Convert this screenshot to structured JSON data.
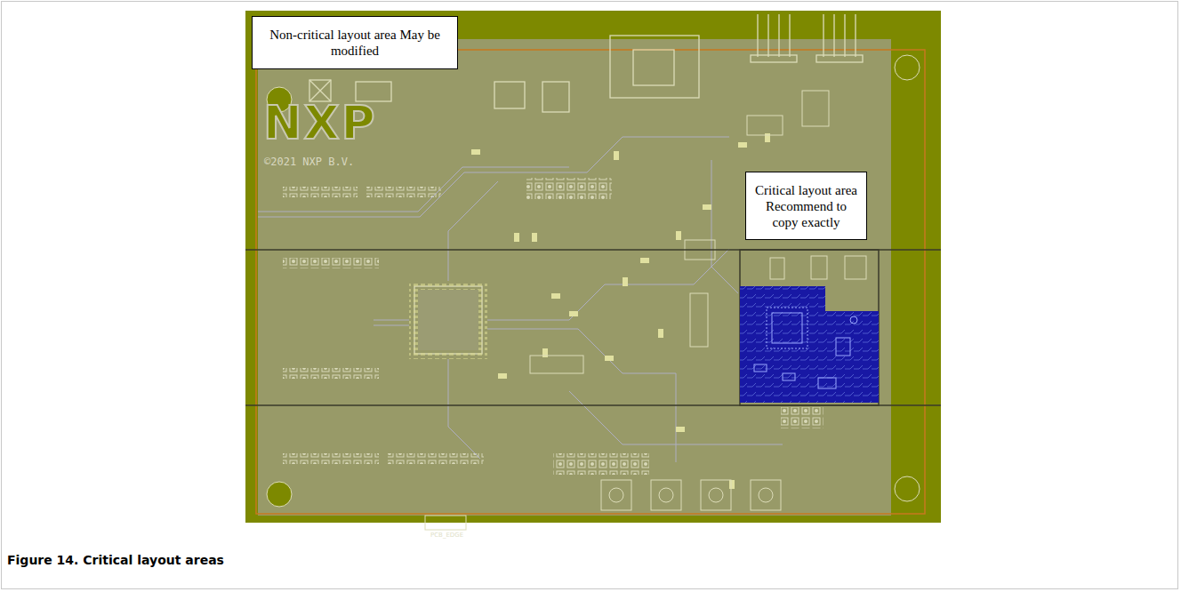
{
  "diagram": {
    "caption": "Figure 14. Critical layout areas",
    "nodes": [
      {
        "text": [
          "Non-critical layout area May be modified"
        ]
      },
      {
        "text": [
          "Critical layout area Recommend to copy exactly"
        ]
      }
    ],
    "labels": [
      "NXP",
      "©2021 NXP B.V.",
      "PCB_EDGE"
    ]
  }
}
